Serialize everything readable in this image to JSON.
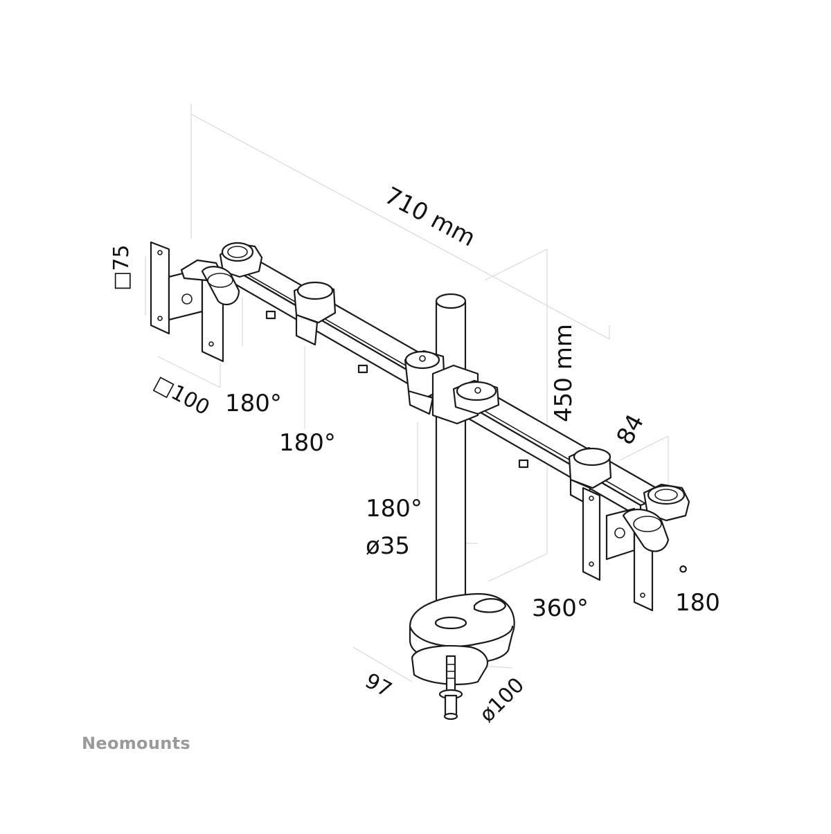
{
  "brand": "Neomounts",
  "dimensions": {
    "width": "710 mm",
    "height": "450 mm",
    "vesa_small": "□75",
    "vesa_large": "□100",
    "arm_depth": "84",
    "pole_diameter": "ø35",
    "clamp_depth": "97",
    "clamp_diameter": "ø100"
  },
  "rotations": {
    "left_tilt": "180°",
    "left_swivel": "180°",
    "center_swivel": "180°",
    "base_rotation": "360°",
    "right_degree_symbol": "°",
    "right_value": "180"
  },
  "colors": {
    "line": "#1a1a1a",
    "guide": "#d9d9d9",
    "brand_text": "#9a9a9a"
  }
}
